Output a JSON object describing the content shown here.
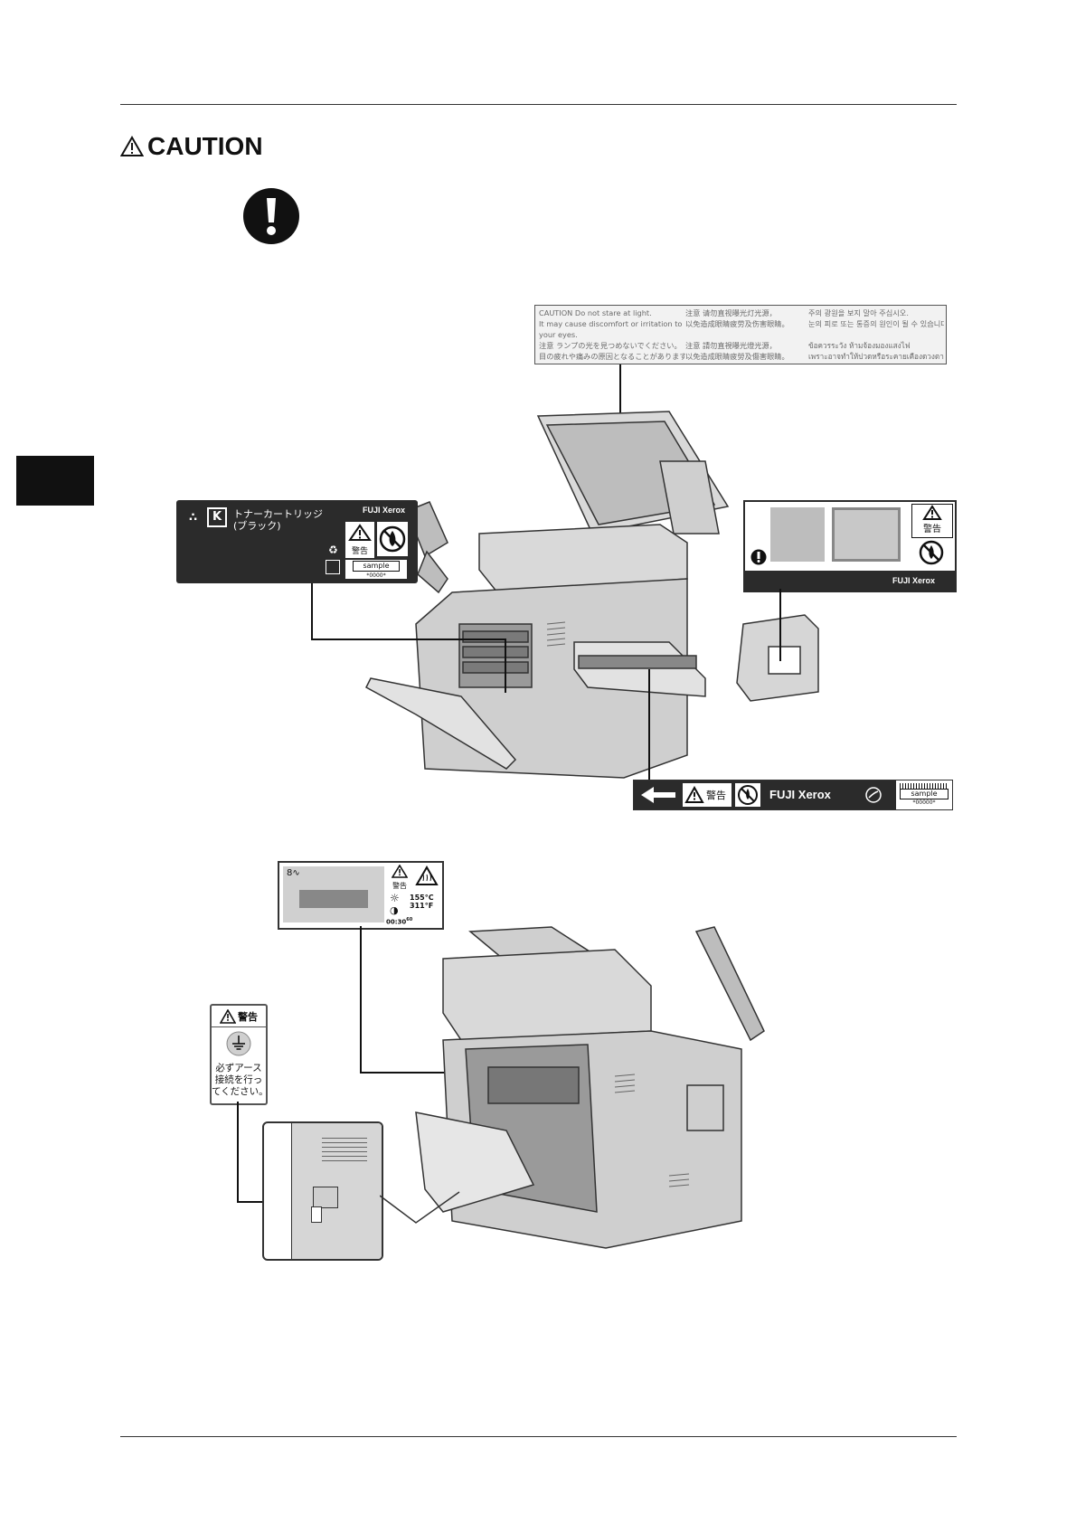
{
  "header": {
    "caution_title": "CAUTION"
  },
  "label_caution_light": {
    "rows": [
      [
        "CAUTION  Do not stare at light.",
        "注意 请勿直视曝光灯光源，",
        "주의 광원을 보지 말아 주십시오."
      ],
      [
        "It may cause discomfort or irritation to",
        "以免造成眼睛疲劳及伤害眼睛。",
        "눈의 피로 또는 통증의 원인이 될 수 있습니다."
      ],
      [
        "your eyes.",
        "",
        ""
      ],
      [
        "注意 ランプの光を見つめないでください。",
        "注意 請勿直視曝光燈光源，",
        "ข้อควรระวัง ห้ามจ้องมองแสงไฟ"
      ],
      [
        "目の疲れや痛みの原因となることがあります。",
        "以免造成眼睛疲勞及傷害眼睛。",
        "เพราะอาจทำให้ปวดหรือระคายเคืองดวงตา"
      ]
    ]
  },
  "label_toner": {
    "letter": "K",
    "title_line1": "トナーカートリッジ",
    "title_line2": "(ブラック)",
    "brand": "FUJI Xerox",
    "warning": "警告",
    "sample": "sample",
    "code": "*0000*"
  },
  "label_waste": {
    "warning": "警告",
    "brand": "FUJI Xerox"
  },
  "label_drum": {
    "warning": "警告",
    "brand": "FUJI Xerox",
    "sample": "sample",
    "code": "*00000*"
  },
  "label_fuser": {
    "warning": "警告",
    "temp_c": "155°C",
    "temp_f": "311°F",
    "time": "00:30",
    "time_sup": "60"
  },
  "label_ground": {
    "warning": "警告",
    "text_line1": "必ずアース",
    "text_line2": "接続を行っ",
    "text_line3": "てください。"
  },
  "icons": [
    "warning-triangle-icon",
    "mandatory-action-icon",
    "no-fire-icon",
    "recycle-icon",
    "ground-icon",
    "arrow-left-icon",
    "xerox-logo-icon"
  ]
}
